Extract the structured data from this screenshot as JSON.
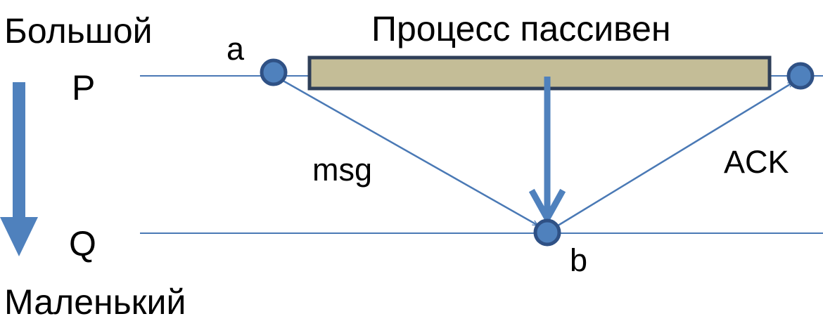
{
  "diagram": {
    "top_label": "Большой",
    "bottom_label": "Маленький",
    "process_p": "P",
    "process_q": "Q",
    "event_a": "a",
    "event_b": "b",
    "passive_label": "Процесс пассивен",
    "message_label": "msg",
    "ack_label": "ACK",
    "colors": {
      "line": "#4a79b5",
      "node_fill": "#4f81bd",
      "node_stroke": "#2f5185",
      "bar_fill": "#c4bd97",
      "bar_stroke": "#2f3f58",
      "text": "#000000"
    }
  }
}
